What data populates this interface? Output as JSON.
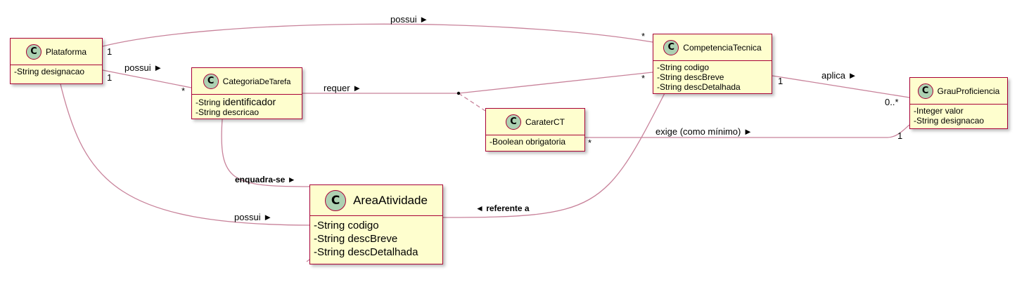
{
  "classes": {
    "plataforma": {
      "name": "Plataforma",
      "attrs": [
        "-String designacao"
      ]
    },
    "categoria": {
      "name_a": "Categoria",
      "name_b": "DeTarefa",
      "attrs": [
        {
          "a": "-String ",
          "b": "identificador"
        },
        {
          "a": "-String descricao",
          "b": ""
        }
      ]
    },
    "competencia": {
      "name": "CompetenciaTecnica",
      "attrs": [
        "-String codigo",
        "-String descBreve",
        "-String descDetalhada"
      ]
    },
    "grau": {
      "name": "GrauProficiencia",
      "attrs": [
        "-Integer valor",
        "-String designacao"
      ]
    },
    "carater": {
      "name": "CaraterCT",
      "attrs": [
        "-Boolean obrigatoria"
      ]
    },
    "area": {
      "name": "AreaAtividade",
      "attrs": [
        "-String codigo",
        "-String descBreve",
        "-String descDetalhada"
      ]
    }
  },
  "badge_letter": "C",
  "labels": {
    "possui_top": "possui ►",
    "possui_cat": "possui ►",
    "requer": "requer ►",
    "aplica": "aplica ►",
    "exige": "exige (como mínimo)  ►",
    "enquadra": "enquadra-se ►",
    "possui_area": "possui ►",
    "referente": "◄ referente a"
  },
  "cardinalities": {
    "plat_top": "1",
    "plat_cat": "1",
    "cat_many": "*",
    "comp_top": "*",
    "comp_req": "*",
    "comp_aplica": "1",
    "grau_aplica": "0..*",
    "grau_exige": "1",
    "carater_exige": "*"
  },
  "colors": {
    "border": "#a80036",
    "fill": "#fefece",
    "badge": "#add1b2",
    "edge": "#c8829a"
  }
}
